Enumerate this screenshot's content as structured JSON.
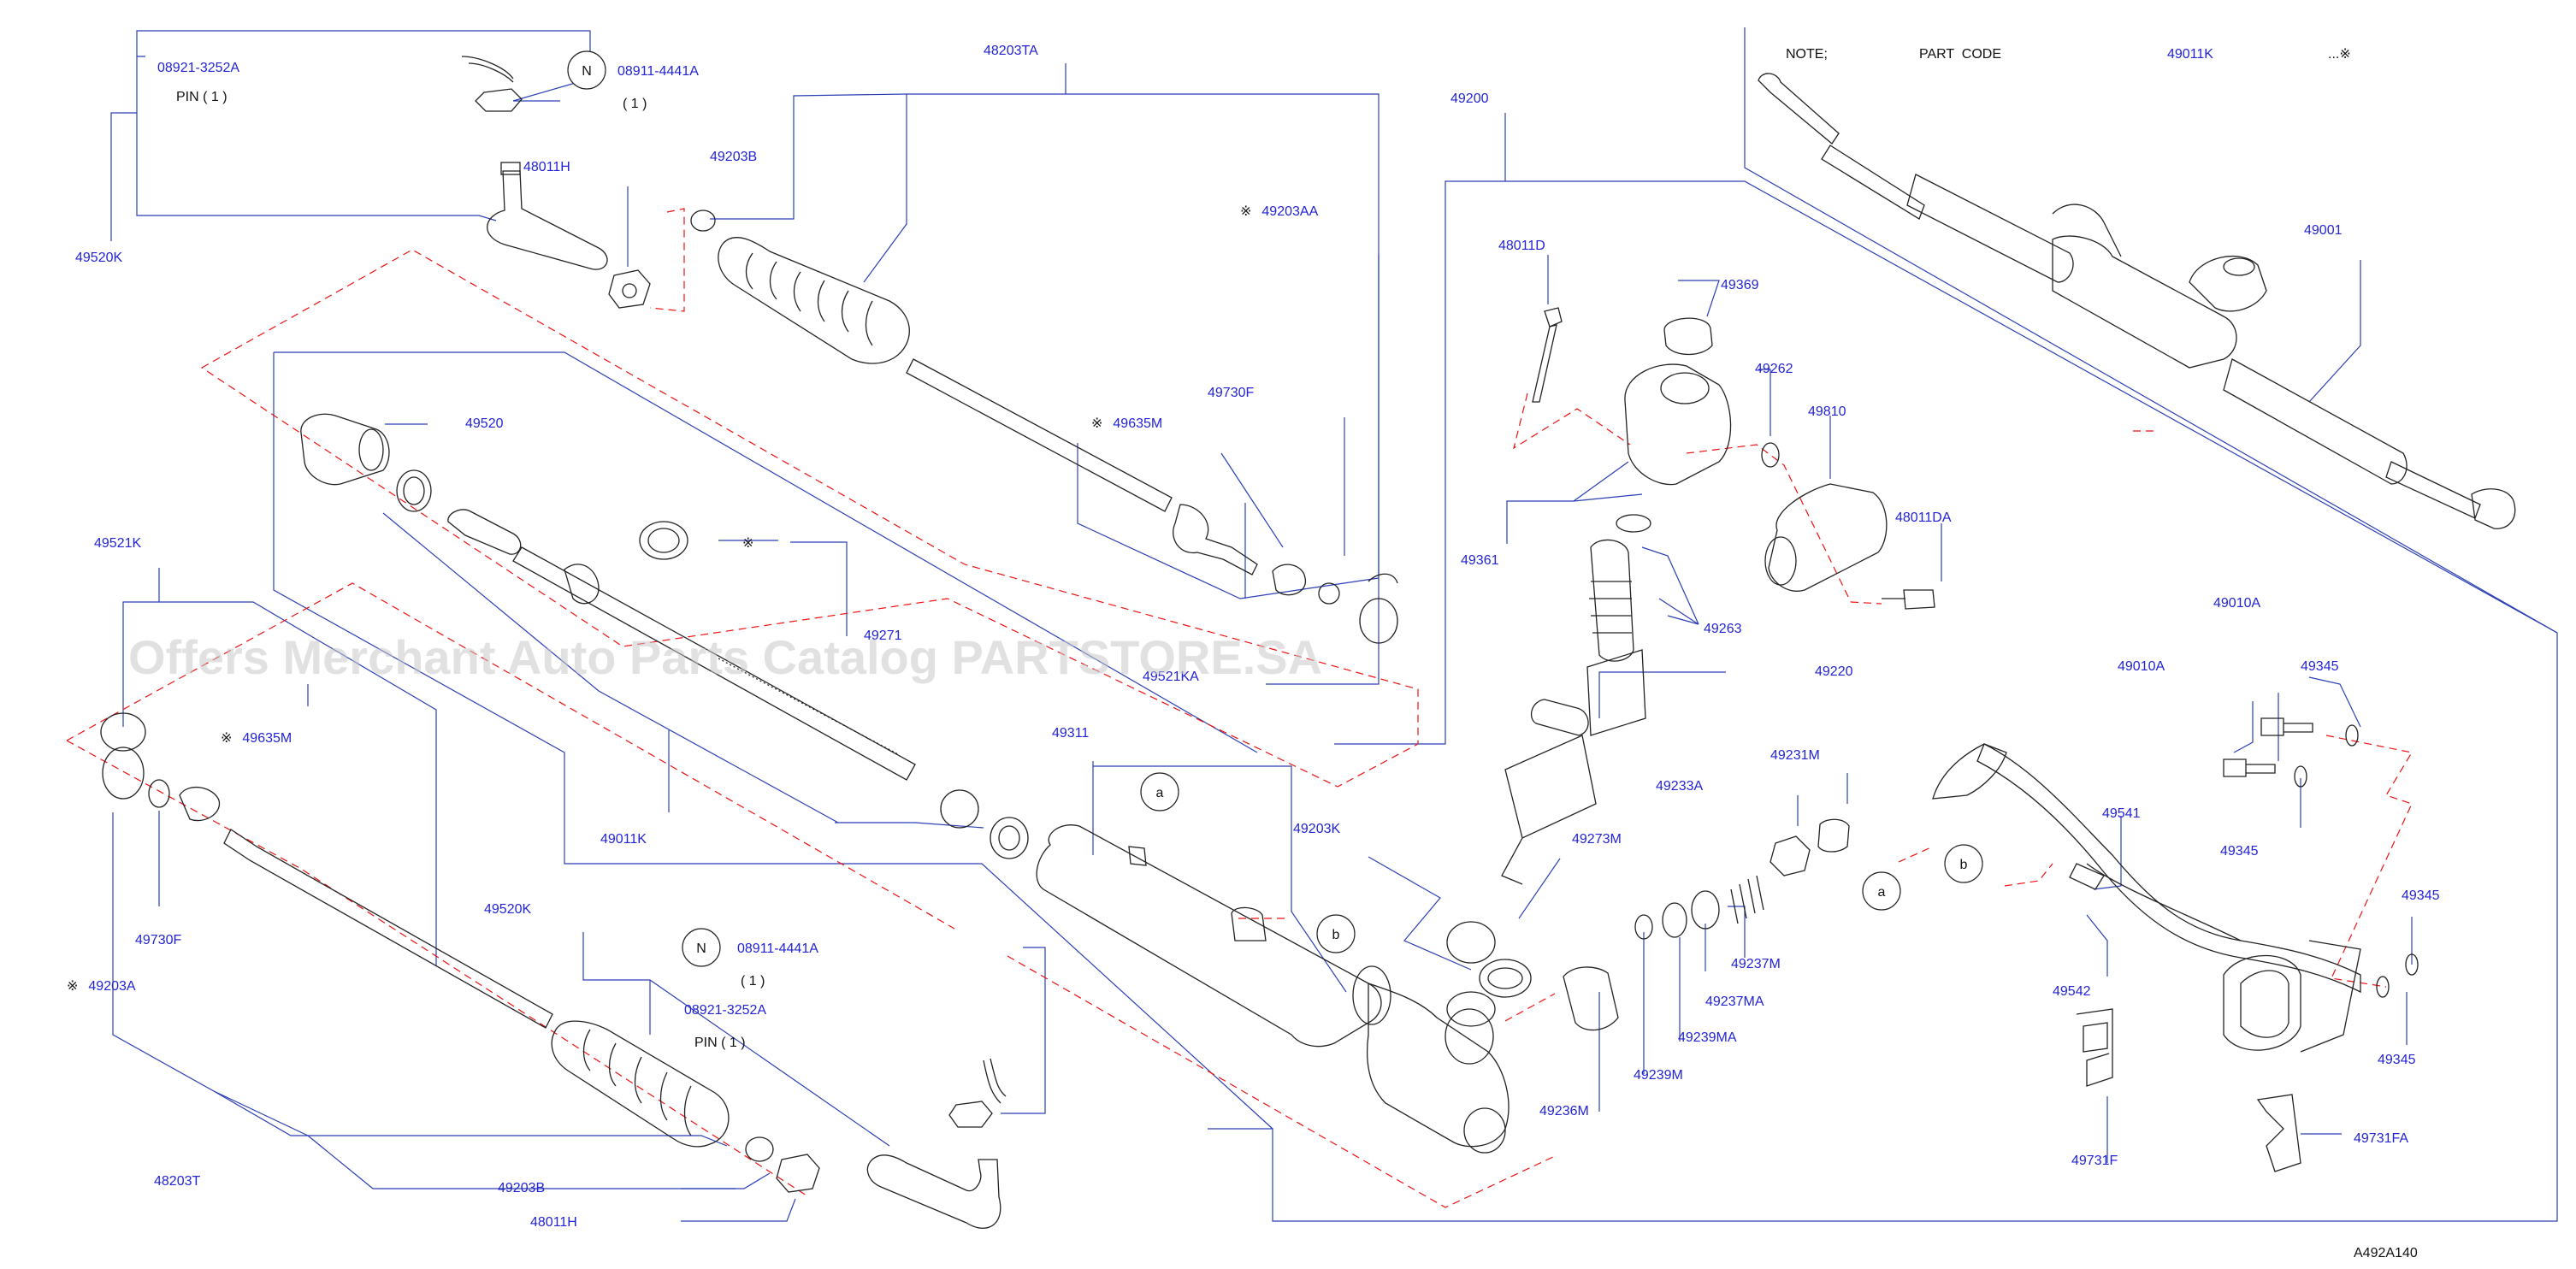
{
  "note": {
    "text": "NOTE;",
    "part_code": "PART  CODE",
    "code": "49011K",
    "mark": "...※"
  },
  "watermark": "Offers Merchant Auto Parts Catalog PARTSTORE.SA",
  "diagram_code": "A492A140",
  "labels": {
    "l_08921_3252A_top": "08921-3252A",
    "l_pin_top": "PIN  ( 1 )",
    "l_08911_4441A_top": "08911-4441A",
    "l_qty_top": "( 1 )",
    "l_48203TA": "48203TA",
    "l_48011H_top": "48011H",
    "l_49203B_top": "49203B",
    "l_49520K_top": "49520K",
    "l_49203AA": "49203AA",
    "l_49200": "49200",
    "l_49730F_top": "49730F",
    "l_49635M_top": "49635M",
    "l_49520": "49520",
    "l_49521K": "49521K",
    "l_49271": "49271",
    "l_49521KA": "49521KA",
    "l_49635M_left": "49635M",
    "l_49011K": "49011K",
    "l_49311": "49311",
    "l_49203K": "49203K",
    "l_49273M": "49273M",
    "l_49730F_left": "49730F",
    "l_49203A": "49203A",
    "l_49520K_mid": "49520K",
    "l_08911_4441A_bot": "08911-4441A",
    "l_qty_bot": "( 1 )",
    "l_08921_3252A_bot": "08921-3252A",
    "l_pin_bot": "PIN  ( 1 )",
    "l_48203T": "48203T",
    "l_49203B_bot": "49203B",
    "l_48011H_bot": "48011H",
    "l_48011D": "48011D",
    "l_49369": "49369",
    "l_49262": "49262",
    "l_49810": "49810",
    "l_49361": "49361",
    "l_48011DA": "48011DA",
    "l_49263": "49263",
    "l_49220": "49220",
    "l_49233A": "49233A",
    "l_49231M": "49231M",
    "l_49237M": "49237M",
    "l_49237MA": "49237MA",
    "l_49239MA": "49239MA",
    "l_49239M": "49239M",
    "l_49236M": "49236M",
    "l_49001": "49001",
    "l_49010A": "49010A",
    "l_49010A2": "49010A",
    "l_49345_a": "49345",
    "l_49345_b": "49345",
    "l_49345_c": "49345",
    "l_49345_d": "49345",
    "l_49541": "49541",
    "l_49542": "49542",
    "l_49731F": "49731F",
    "l_49731FA": "49731FA"
  },
  "markers": {
    "n": "N",
    "ref": "※",
    "a": "a",
    "b": "b"
  }
}
